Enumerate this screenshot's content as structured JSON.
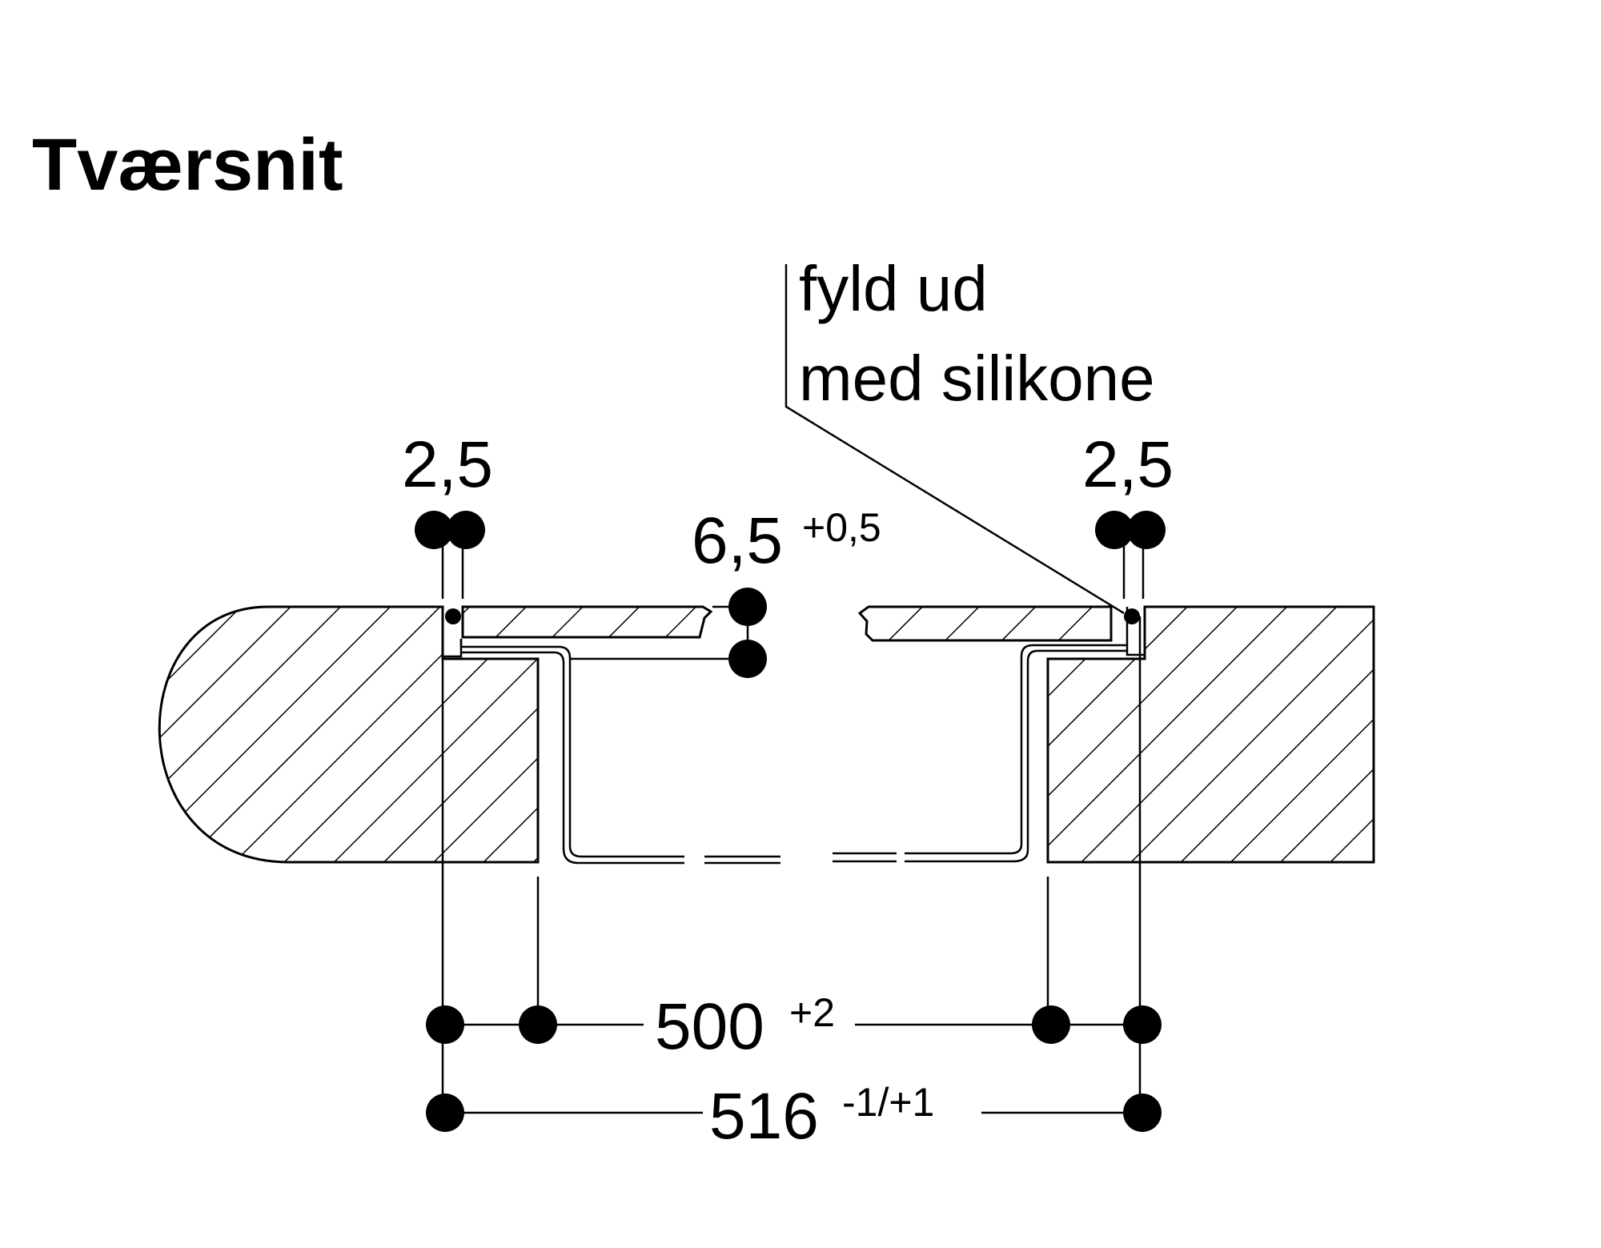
{
  "title": "Tværsnit",
  "annotation": {
    "line1": "fyld ud",
    "line2": "med silikone"
  },
  "dimensions": {
    "gap_left": "2,5",
    "gap_right": "2,5",
    "depth": {
      "value": "6,5",
      "tolerance": "+0,5"
    },
    "inner_width": {
      "value": "500",
      "tolerance": "+2"
    },
    "outer_width": {
      "value": "516",
      "tolerance": "-1/+1"
    }
  },
  "colors": {
    "ink": "#000000",
    "background": "#ffffff"
  }
}
